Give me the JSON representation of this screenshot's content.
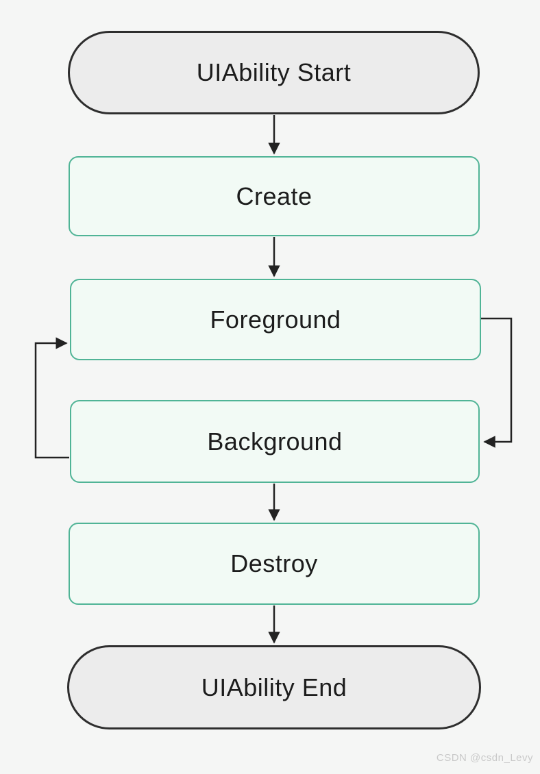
{
  "page": {
    "background_color": "#f5f6f5"
  },
  "diagram": {
    "type": "flowchart",
    "subject": "UIAbility lifecycle",
    "nodes": [
      {
        "id": "start",
        "label": "UIAbility Start",
        "shape": "stadium",
        "fill": "#ececec",
        "border": "#2e2e2e"
      },
      {
        "id": "create",
        "label": "Create",
        "shape": "rounded-rect",
        "fill": "#f2faf5",
        "border": "#50b496"
      },
      {
        "id": "foreground",
        "label": "Foreground",
        "shape": "rounded-rect",
        "fill": "#f2faf5",
        "border": "#50b496"
      },
      {
        "id": "background",
        "label": "Background",
        "shape": "rounded-rect",
        "fill": "#f2faf5",
        "border": "#50b496"
      },
      {
        "id": "destroy",
        "label": "Destroy",
        "shape": "rounded-rect",
        "fill": "#f2faf5",
        "border": "#50b496"
      },
      {
        "id": "end",
        "label": "UIAbility End",
        "shape": "stadium",
        "fill": "#ececec",
        "border": "#2e2e2e"
      }
    ],
    "edges": [
      {
        "from": "start",
        "to": "create",
        "route": "straight-down"
      },
      {
        "from": "create",
        "to": "foreground",
        "route": "straight-down"
      },
      {
        "from": "foreground",
        "to": "background",
        "route": "right-side-loop"
      },
      {
        "from": "background",
        "to": "foreground",
        "route": "left-side-loop"
      },
      {
        "from": "background",
        "to": "destroy",
        "route": "straight-down"
      },
      {
        "from": "destroy",
        "to": "end",
        "route": "straight-down"
      }
    ],
    "colors": {
      "arrow": "#222222",
      "node_text": "#1c1c1c",
      "state_fill": "#f2faf5",
      "state_border": "#50b496",
      "terminator_fill": "#ececec",
      "terminator_border": "#2e2e2e"
    }
  },
  "watermark": {
    "text": "CSDN @csdn_Levy",
    "color": "#c9c9c9"
  }
}
